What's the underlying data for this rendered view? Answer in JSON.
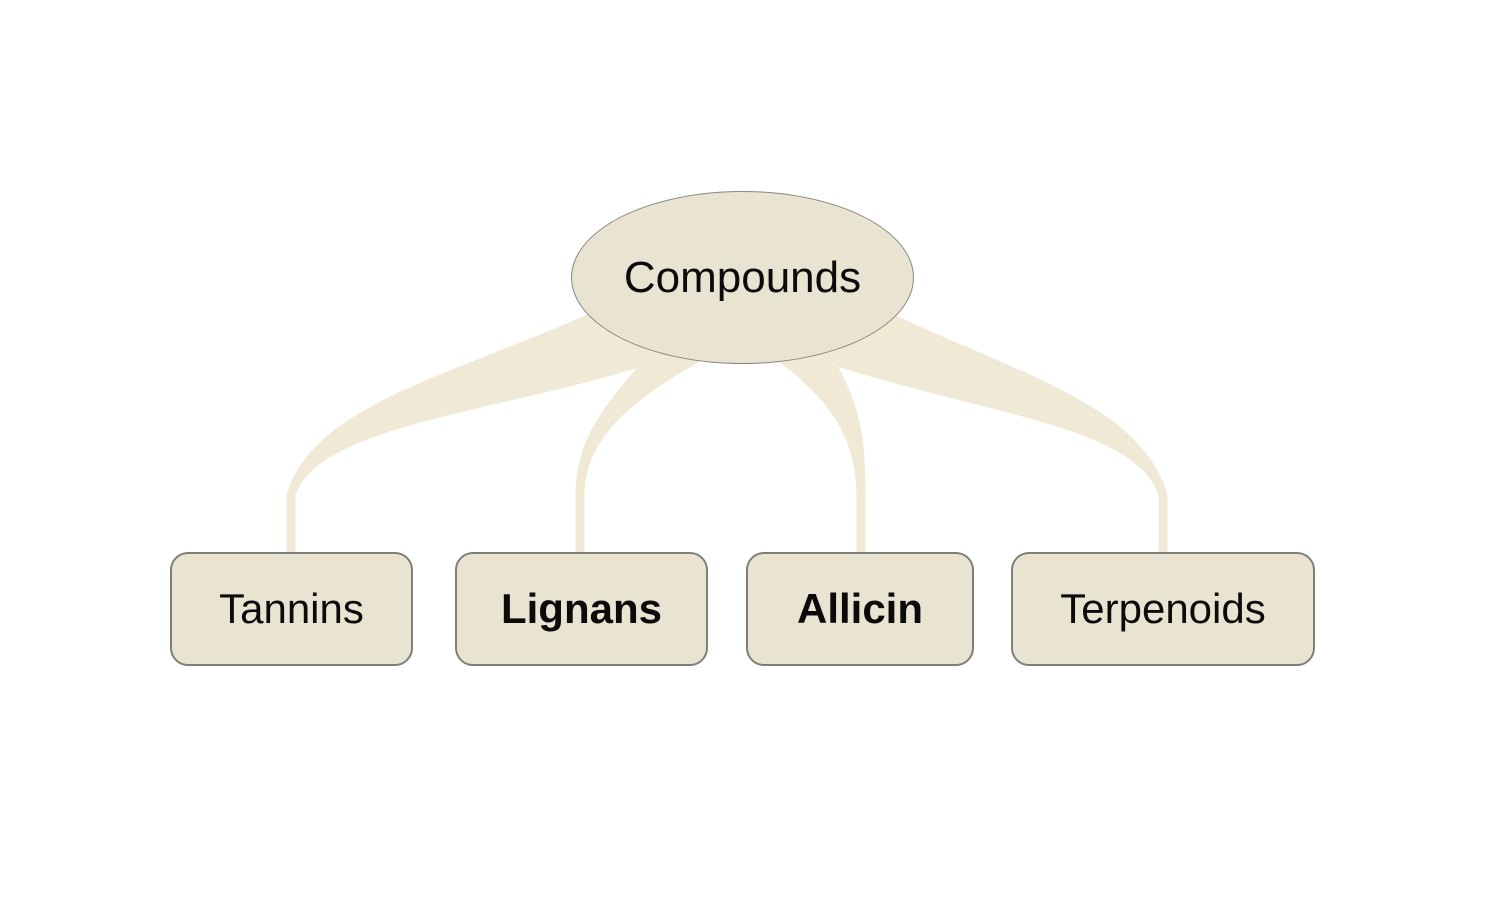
{
  "diagram": {
    "type": "mindmap-tree",
    "root": {
      "label": "Compounds",
      "bold": false
    },
    "children": [
      {
        "label": "Tannins",
        "bold": false
      },
      {
        "label": "Lignans",
        "bold": true
      },
      {
        "label": "Allicin",
        "bold": true
      },
      {
        "label": "Terpenoids",
        "bold": false
      }
    ],
    "colors": {
      "background": "#ffffff",
      "node_fill": "#e9e4d1",
      "edge_fill": "#efe9d6",
      "box_border": "#7f7f78",
      "ellipse_border": "#88887f",
      "text": "#0b0b0b"
    }
  }
}
